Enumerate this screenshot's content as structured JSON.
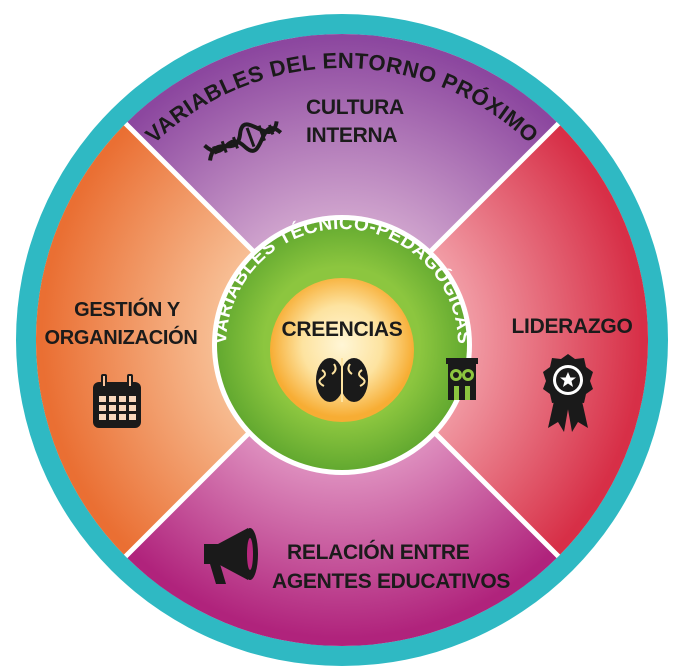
{
  "outer_ring": {
    "label": "VARIABLES DEL ENTORNO PRÓXIMO"
  },
  "segments": {
    "top": {
      "line1": "CULTURA",
      "line2": "INTERNA",
      "icon": "dna-icon"
    },
    "right": {
      "line1": "LIDERAZGO",
      "icon": "award-badge-icon"
    },
    "bottom": {
      "line1": "RELACIÓN ENTRE",
      "line2": "AGENTES EDUCATIVOS",
      "icon": "megaphone-icon"
    },
    "left": {
      "line1": "GESTIÓN Y",
      "line2": "ORGANIZACIÓN",
      "icon": "calendar-icon"
    }
  },
  "inner_ring": {
    "label": "VARIABLES TÉCNICO-PEDAGÓGICAS",
    "icon": "owl-icon"
  },
  "core": {
    "label": "CREENCIAS",
    "icon": "brain-icon"
  },
  "colors": {
    "outer_ring": "#2fb8c2",
    "top": "#8b4a9e",
    "right": "#d8354c",
    "bottom": "#b8287e",
    "left": "#ea7a3c",
    "inner_ring": "#7cbf3a",
    "core": "#f7b23b"
  }
}
